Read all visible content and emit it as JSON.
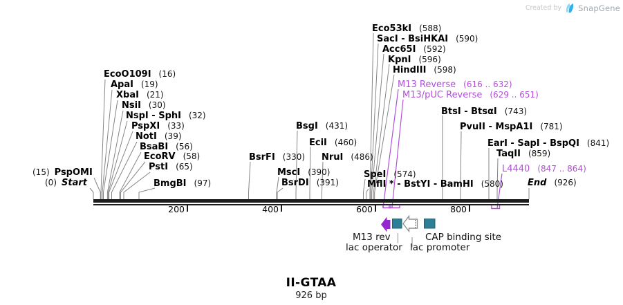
{
  "credit": {
    "prefix": "Created by",
    "brand": "SnapGene"
  },
  "plasmid": {
    "title": "II-GTAA",
    "length_label": "926 bp"
  },
  "ruler": {
    "ticks": [
      "200",
      "400",
      "600",
      "800"
    ]
  },
  "markers": {
    "pspomi": {
      "pos": "(15)",
      "name": "PspOMI"
    },
    "start": {
      "pos": "(0)",
      "name": "Start"
    },
    "end": {
      "name": "End",
      "pos": "(926)"
    }
  },
  "enzymes": [
    {
      "name": "EcoO109I",
      "pos": "(16)"
    },
    {
      "name": "ApaI",
      "pos": "(19)"
    },
    {
      "name": "XbaI",
      "pos": "(21)"
    },
    {
      "name": "NsiI",
      "pos": "(30)"
    },
    {
      "name": "NspI - SphI",
      "pos": "(32)"
    },
    {
      "name": "PspXI",
      "pos": "(33)"
    },
    {
      "name": "NotI",
      "pos": "(39)"
    },
    {
      "name": "BsaBI",
      "pos": "(56)"
    },
    {
      "name": "EcoRV",
      "pos": "(58)"
    },
    {
      "name": "PstI",
      "pos": "(65)"
    },
    {
      "name": "BmgBI",
      "pos": "(97)"
    },
    {
      "name": "BsrFI",
      "pos": "(330)"
    },
    {
      "name": "MscI",
      "pos": "(390)"
    },
    {
      "name": "BsrDI",
      "pos": "(391)"
    },
    {
      "name": "BsgI",
      "pos": "(431)"
    },
    {
      "name": "EciI",
      "pos": "(460)"
    },
    {
      "name": "NruI",
      "pos": "(486)"
    },
    {
      "name": "SpeI",
      "pos": "(574)"
    },
    {
      "name": "MflI * - BstYI - BamHI",
      "pos": "(580)"
    },
    {
      "name": "Eco53kI",
      "pos": "(588)"
    },
    {
      "name": "SacI - BsiHKAI",
      "pos": "(590)"
    },
    {
      "name": "Acc65I",
      "pos": "(592)"
    },
    {
      "name": "KpnI",
      "pos": "(596)"
    },
    {
      "name": "HindIII",
      "pos": "(598)"
    },
    {
      "name": "BtsI - BtsαI",
      "pos": "(743)"
    },
    {
      "name": "PvuII - MspA1I",
      "pos": "(781)"
    },
    {
      "name": "EarI - SapI - BspQI",
      "pos": "(841)"
    },
    {
      "name": "TaqII",
      "pos": "(859)"
    }
  ],
  "primers": [
    {
      "name": "M13 Reverse",
      "range": "(616 .. 632)"
    },
    {
      "name": "M13/pUC Reverse",
      "range": "(629 .. 651)"
    },
    {
      "name": "L4440",
      "range": "(847 .. 864)"
    }
  ],
  "features": {
    "m13_rev": "M13 rev",
    "lac_operator": "lac operator",
    "cap_binding_site": "CAP binding site",
    "lac_promoter": "lac promoter"
  },
  "colors": {
    "primer_text": "#b14fd8",
    "arrow_purple": "#9428ce",
    "feature_teal": "#2e7f96",
    "line_black": "#1b1b1b",
    "leader_gray": "#858585",
    "brand_blue": "#2bb3ef"
  }
}
